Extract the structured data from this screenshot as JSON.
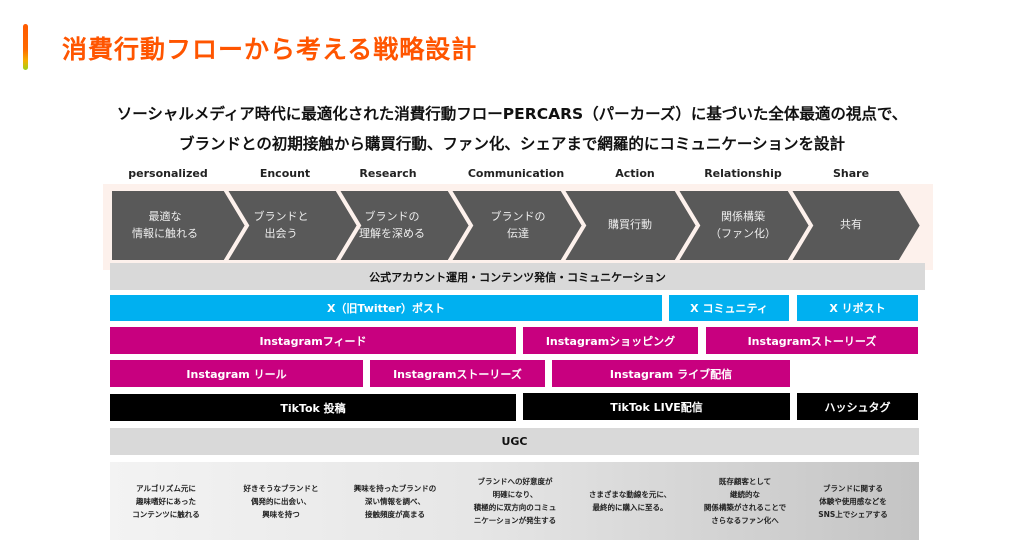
{
  "header": {
    "title": "消費行動フローから考える戦略設計",
    "accent_gradient": [
      "#ff5a00",
      "#f5b000",
      "#9cd21a"
    ]
  },
  "subtitle": {
    "line1": "ソーシャルメディア時代に最適化された消費行動フローPERCARS（パーカーズ）に基づいた全体最適の視点で、",
    "line2": "ブランドとの初期接触から購買行動、ファン化、シェアまで網羅的にコミュニケーションを設計"
  },
  "stages": [
    {
      "label": "personalized",
      "step": "最適な\n情報に触れる",
      "desc": "アルゴリズム元に\n趣味嗜好にあった\nコンテンツに触れる"
    },
    {
      "label": "Encount",
      "step": "ブランドと\n出会う",
      "desc": "好きそうなブランドと\n偶発的に出会い、\n興味を持つ"
    },
    {
      "label": "Research",
      "step": "ブランドの\n理解を深める",
      "desc": "興味を持ったブランドの\n深い情報を調べ、\n接触頻度が高まる"
    },
    {
      "label": "Communication",
      "step": "ブランドの\n伝達",
      "desc": "ブランドへの好意度が\n明確になり、\n積極的に双方向のコミュ\nニケーションが発生する"
    },
    {
      "label": "Action",
      "step": "購買行動",
      "desc": "さまざまな動線を元に、\n最終的に購入に至る。"
    },
    {
      "label": "Relationship",
      "step": "関係構築\n（ファン化）",
      "desc": "既存顧客として\n継続的な\n関係構築がされることで\nさらなるファン化へ"
    },
    {
      "label": "Share",
      "step": "共有",
      "desc": "ブランドに関する\n体験や使用感などを\nSNS上でシェアする"
    }
  ],
  "colors": {
    "chevron": "#595959",
    "chevron_border": "#fdf1ec",
    "x_blue": "#00b0f0",
    "instagram_magenta": "#c8007f",
    "tiktok_black": "#000000",
    "gray": "#d9d9d9"
  },
  "channels": {
    "official": "公式アカウント運用・コンテンツ発信・コミュニケーション",
    "x_post": "X（旧Twitter）ポスト",
    "x_community": "X コミュニティ",
    "x_repost": "X リポスト",
    "ig_feed": "Instagramフィード",
    "ig_shopping": "Instagramショッピング",
    "ig_stories_1": "Instagramストーリーズ",
    "ig_reels": "Instagram リール",
    "ig_stories_2": "Instagramストーリーズ",
    "ig_live": "Instagram ライブ配信",
    "tiktok_post": "TikTok 投稿",
    "tiktok_live": "TikTok LIVE配信",
    "hashtag": "ハッシュタグ",
    "ugc": "UGC"
  }
}
